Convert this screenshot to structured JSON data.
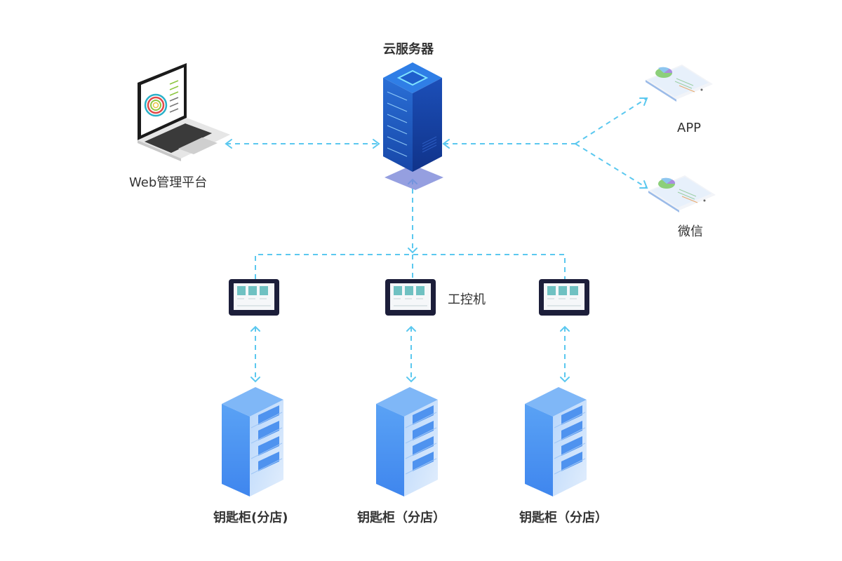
{
  "diagram": {
    "line_color": "#5bc8ef",
    "nodes": {
      "cloud_server": {
        "label": "云服务器"
      },
      "web_platform": {
        "label": "Web管理平台"
      },
      "app": {
        "label": "APP"
      },
      "wechat": {
        "label": "微信"
      },
      "industrial_pc": {
        "label": "工控机"
      },
      "key_cabinets": [
        {
          "label": "钥匙柜(分店)"
        },
        {
          "label": "钥匙柜（分店）"
        },
        {
          "label": "钥匙柜（分店）"
        }
      ]
    },
    "connections": [
      {
        "from": "web_platform",
        "to": "cloud_server",
        "direction": "bidirectional"
      },
      {
        "from": "cloud_server",
        "to": "app",
        "direction": "bidirectional"
      },
      {
        "from": "cloud_server",
        "to": "wechat",
        "direction": "bidirectional"
      },
      {
        "from": "cloud_server",
        "to": "industrial_pc",
        "direction": "bidirectional"
      },
      {
        "from": "industrial_pc_1",
        "to": "key_cabinet_1",
        "direction": "bidirectional"
      },
      {
        "from": "industrial_pc_2",
        "to": "key_cabinet_2",
        "direction": "bidirectional"
      },
      {
        "from": "industrial_pc_3",
        "to": "key_cabinet_3",
        "direction": "bidirectional"
      }
    ]
  }
}
